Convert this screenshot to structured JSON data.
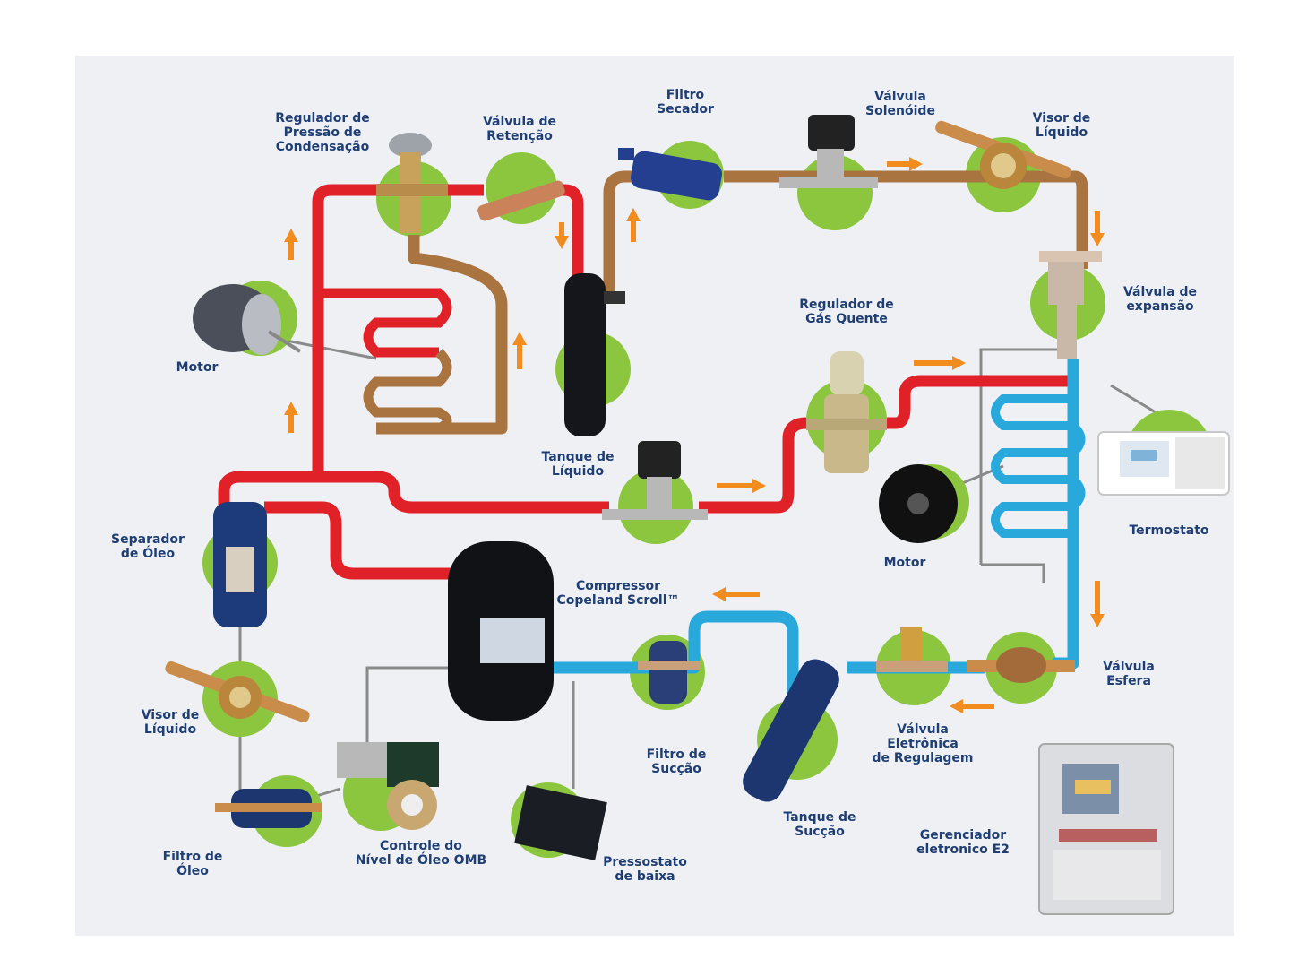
{
  "colors": {
    "hot_gas": "#e02127",
    "liquid": "#a9743f",
    "suction": "#29a9db",
    "flow_arrow": "#f28c1e",
    "component_disc": "#8cc63f",
    "label_text": "#1f3e73",
    "background": "#eef0f4"
  },
  "labels": {
    "regulador_pressao": "Regulador de\nPressão de\nCondensação",
    "valvula_retencao": "Válvula de\nRetenção",
    "filtro_secador": "Filtro\nSecador",
    "valvula_solenoide": "Válvula\nSolenóide",
    "visor_liquido_top": "Visor de\nLíquido",
    "valvula_expansao": "Válvula de\nexpansão",
    "regulador_gas": "Regulador de\nGás Quente",
    "motor_left": "Motor",
    "tanque_liquido": "Tanque de\nLíquido",
    "termostato": "Termostato",
    "motor_right": "Motor",
    "separador_oleo": "Separador\nde Óleo",
    "compressor": "Compressor\nCopeland Scroll™",
    "valvula_esfera": "Válvula\nEsfera",
    "visor_liquido_left": "Visor de\nLíquido",
    "filtro_succao": "Filtro de\nSucção",
    "valvula_eletronica": "Válvula\nEletrônica\nde Regulagem",
    "controle_nivel": "Controle do\nNível de Óleo OMB",
    "pressostato": "Pressostato\nde baixa",
    "tanque_succao": "Tanque de\nSucção",
    "filtro_oleo": "Filtro de\nÓleo",
    "gerenciador": "Gerenciador\neletronico E2"
  },
  "icons": [
    "motor-icon",
    "condenser-coil-icon",
    "evaporator-coil-icon",
    "compressor-icon",
    "receiver-tank-icon",
    "filter-drier-icon",
    "solenoid-valve-icon",
    "sight-glass-icon",
    "expansion-valve-icon",
    "thermostat-icon",
    "controller-icon",
    "pressure-switch-icon",
    "oil-separator-icon",
    "ball-valve-icon",
    "flow-arrow-icon"
  ]
}
